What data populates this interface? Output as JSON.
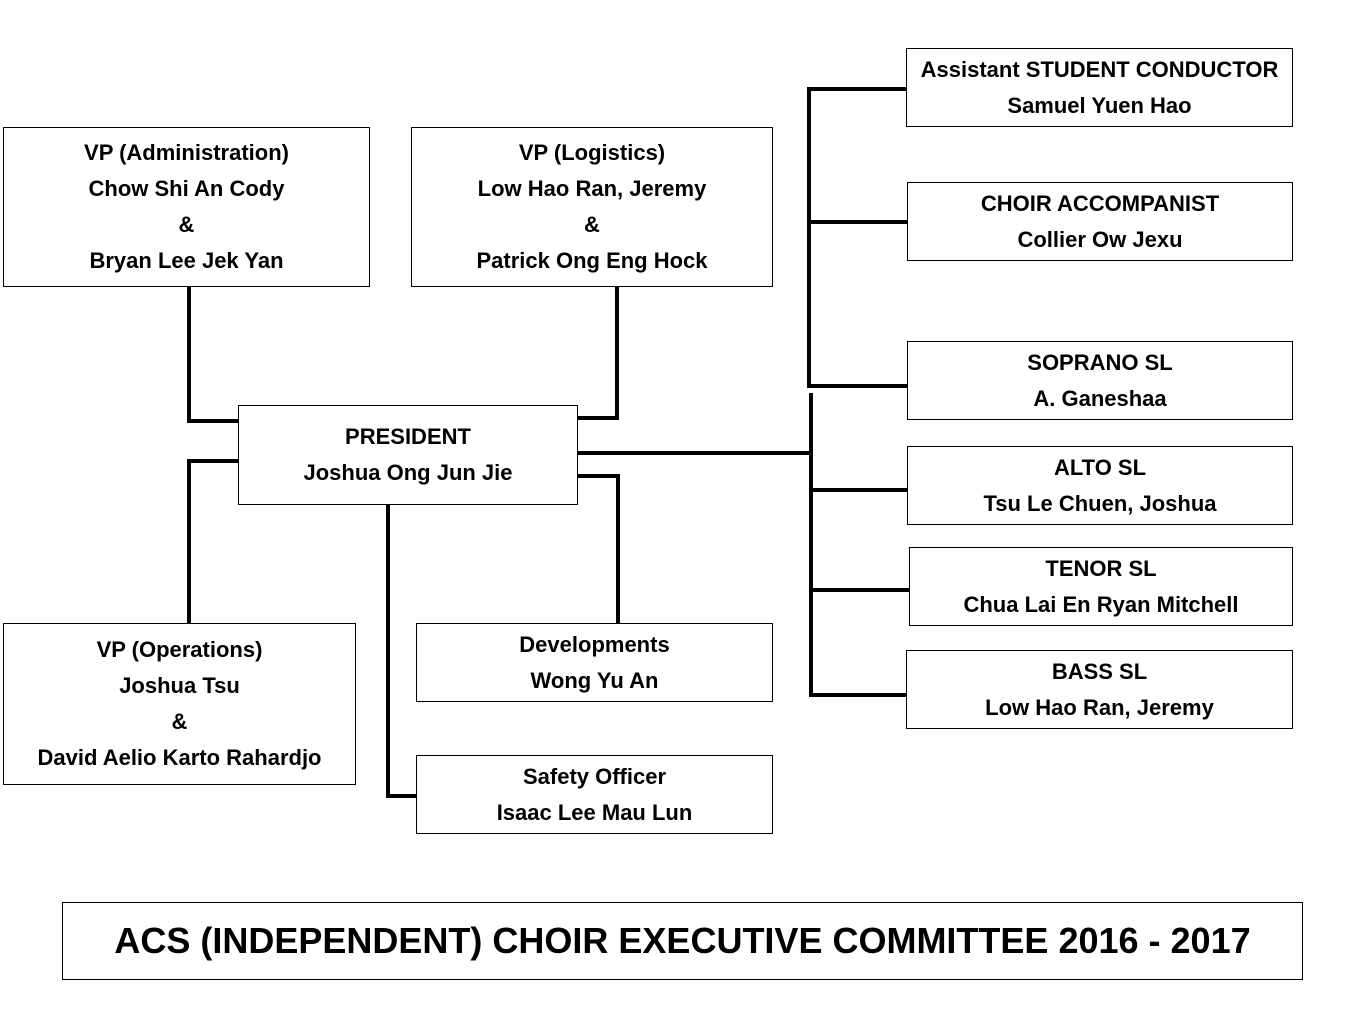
{
  "title": "ACS (INDEPENDENT) CHOIR EXECUTIVE COMMITTEE 2016 - 2017",
  "nodes": {
    "vp_admin": {
      "role": "VP (Administration)",
      "names": [
        "Chow Shi An Cody",
        "&",
        "Bryan Lee Jek Yan"
      ]
    },
    "vp_logistics": {
      "role": "VP (Logistics)",
      "names": [
        "Low Hao Ran, Jeremy",
        "&",
        "Patrick Ong Eng Hock"
      ]
    },
    "president": {
      "role": "PRESIDENT",
      "names": [
        "Joshua Ong Jun Jie"
      ]
    },
    "vp_operations": {
      "role": "VP (Operations)",
      "names": [
        "Joshua Tsu",
        "&",
        "David Aelio Karto Rahardjo"
      ]
    },
    "developments": {
      "role": "Developments",
      "names": [
        "Wong Yu An"
      ]
    },
    "safety_officer": {
      "role": "Safety Officer",
      "names": [
        "Isaac Lee Mau Lun"
      ]
    },
    "assistant_student_conductor": {
      "role": "Assistant STUDENT CONDUCTOR",
      "names": [
        "Samuel Yuen Hao"
      ]
    },
    "choir_accompanist": {
      "role": "CHOIR ACCOMPANIST",
      "names": [
        "Collier Ow Jexu"
      ]
    },
    "soprano_sl": {
      "role": "SOPRANO SL",
      "names": [
        "A. Ganeshaa"
      ]
    },
    "alto_sl": {
      "role": "ALTO SL",
      "names": [
        "Tsu Le Chuen, Joshua"
      ]
    },
    "tenor_sl": {
      "role": "TENOR SL",
      "names": [
        "Chua Lai En Ryan Mitchell"
      ]
    },
    "bass_sl": {
      "role": "BASS SL",
      "names": [
        "Low Hao Ran, Jeremy"
      ]
    }
  },
  "edges": [
    [
      "president",
      "vp_admin"
    ],
    [
      "president",
      "vp_logistics"
    ],
    [
      "president",
      "vp_operations"
    ],
    [
      "president",
      "developments"
    ],
    [
      "president",
      "safety_officer"
    ],
    [
      "president",
      "assistant_student_conductor"
    ],
    [
      "president",
      "choir_accompanist"
    ],
    [
      "president",
      "soprano_sl"
    ],
    [
      "president",
      "alto_sl"
    ],
    [
      "president",
      "tenor_sl"
    ],
    [
      "president",
      "bass_sl"
    ]
  ],
  "colors": {
    "line": "#000000",
    "box_border": "#000000",
    "background": "#ffffff",
    "text": "#000000"
  }
}
